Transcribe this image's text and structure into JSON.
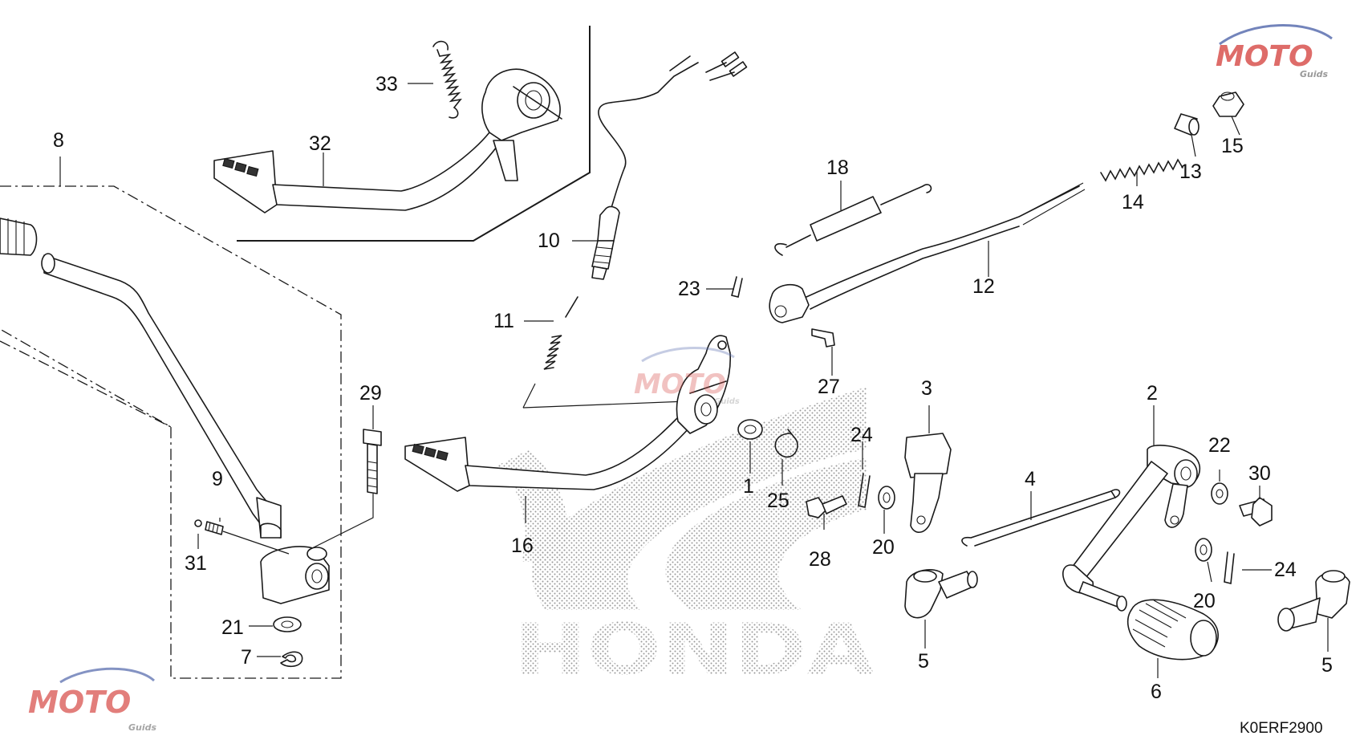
{
  "diagram": {
    "drawing_code": "K0ERF2900",
    "background_logo_text": "HONDA",
    "watermark": {
      "text": "MOTO",
      "subtext": "Guids",
      "colors": {
        "m": "#b5b5b5",
        "oto": "#d9534f",
        "swoosh": "#5b6fb0"
      }
    },
    "callouts": [
      {
        "id": "c1",
        "label": "1"
      },
      {
        "id": "c2",
        "label": "2"
      },
      {
        "id": "c3",
        "label": "3"
      },
      {
        "id": "c4",
        "label": "4"
      },
      {
        "id": "c5a",
        "label": "5"
      },
      {
        "id": "c5b",
        "label": "5"
      },
      {
        "id": "c6",
        "label": "6"
      },
      {
        "id": "c7",
        "label": "7"
      },
      {
        "id": "c8",
        "label": "8"
      },
      {
        "id": "c9",
        "label": "9"
      },
      {
        "id": "c10",
        "label": "10"
      },
      {
        "id": "c11",
        "label": "11"
      },
      {
        "id": "c12",
        "label": "12"
      },
      {
        "id": "c13",
        "label": "13"
      },
      {
        "id": "c14",
        "label": "14"
      },
      {
        "id": "c15",
        "label": "15"
      },
      {
        "id": "c16",
        "label": "16"
      },
      {
        "id": "c18",
        "label": "18"
      },
      {
        "id": "c20a",
        "label": "20"
      },
      {
        "id": "c20b",
        "label": "20"
      },
      {
        "id": "c21",
        "label": "21"
      },
      {
        "id": "c22",
        "label": "22"
      },
      {
        "id": "c23",
        "label": "23"
      },
      {
        "id": "c24a",
        "label": "24"
      },
      {
        "id": "c24b",
        "label": "24"
      },
      {
        "id": "c25",
        "label": "25"
      },
      {
        "id": "c27",
        "label": "27"
      },
      {
        "id": "c28",
        "label": "28"
      },
      {
        "id": "c29",
        "label": "29"
      },
      {
        "id": "c30",
        "label": "30"
      },
      {
        "id": "c31",
        "label": "31"
      },
      {
        "id": "c32",
        "label": "32"
      },
      {
        "id": "c33",
        "label": "33"
      }
    ]
  }
}
